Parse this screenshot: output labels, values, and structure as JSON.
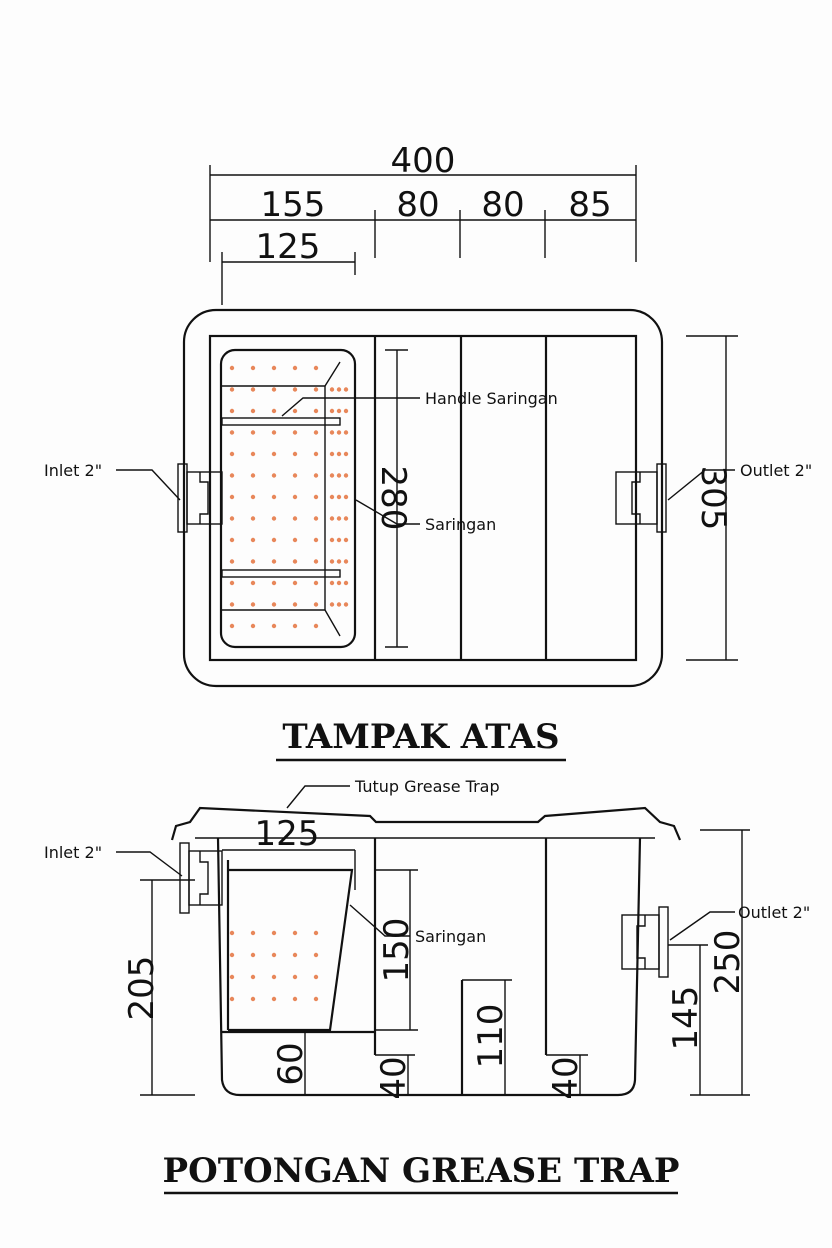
{
  "top_view": {
    "title": "TAMPAK ATAS",
    "dims": {
      "total": "400",
      "seg1": "155",
      "seg2": "80",
      "seg3": "80",
      "seg4": "85",
      "basket_width": "125",
      "basket_length": "280",
      "total_depth": "305"
    },
    "labels": {
      "handle": "Handle Saringan",
      "screen": "Saringan",
      "inlet": "Inlet 2\"",
      "outlet": "Outlet 2\""
    }
  },
  "section_view": {
    "title": "POTONGAN GREASE TRAP",
    "dims": {
      "basket_width": "125",
      "inlet_height": "205",
      "basket_height": "150",
      "basket_clearance": "60",
      "baffle1_gap": "40",
      "middle_weir": "110",
      "baffle2_gap": "40",
      "outlet_height": "145",
      "total_height": "250"
    },
    "labels": {
      "lid": "Tutup Grease Trap",
      "screen": "Saringan",
      "inlet": "Inlet 2\"",
      "outlet": "Outlet 2\""
    }
  },
  "colors": {
    "line": "#111111",
    "perforation": "#e8875a"
  }
}
